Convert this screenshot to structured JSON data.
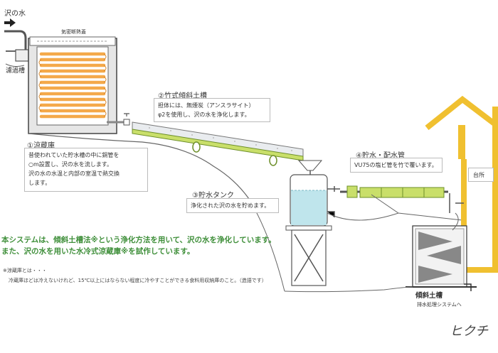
{
  "labels": {
    "stream_water": "沢の水",
    "filter_tank": "濾過槽",
    "airtight_insulated_lid": "気密断熱蓋",
    "kitchen": "台所",
    "inclined_soil_tank": "傾斜土槽",
    "to_drainage_system": "排水処理システムへ",
    "signature": "ヒクチ"
  },
  "sections": {
    "cold_storage": {
      "title": "①涼蔵庫",
      "lines": [
        "昔使われていた貯水槽の中に銅管を",
        "○m設置し、沢の水を流します。",
        "沢の水の水温と内部の室温で熱交換",
        "します。"
      ]
    },
    "bamboo_tank": {
      "title": "②竹式傾斜土槽",
      "lines": [
        "担体には、無煙炭（アンスラサイト）",
        "φ2を使用し、沢の水を浄化します。"
      ]
    },
    "storage_tank": {
      "title": "③貯水タンク",
      "lines": [
        "浄化された沢の水を貯めます。"
      ]
    },
    "pipes": {
      "title": "④貯水・配水管",
      "lines": [
        "VU75の塩ビ管を竹で覆います。"
      ]
    }
  },
  "summary": [
    "本システムは、傾斜土槽法※という浄化方法を用いて、沢の水を浄化しています。",
    "また、沢の水を用いた水冷式涼蔵庫※を試作しています。"
  ],
  "notes": [
    "※涼蔵庫とは・・・",
    "冷蔵庫ほどは冷えないけれど、15℃以上にはならない程度に冷やすことができる食料用収納庫のこと。（造語です）"
  ],
  "colors": {
    "copper_pipe": "#f4a94a",
    "bamboo": "#c9df6a",
    "water": "#bfe5ec",
    "wood": "#f0c030",
    "summary_text": "#3f8f3a"
  }
}
